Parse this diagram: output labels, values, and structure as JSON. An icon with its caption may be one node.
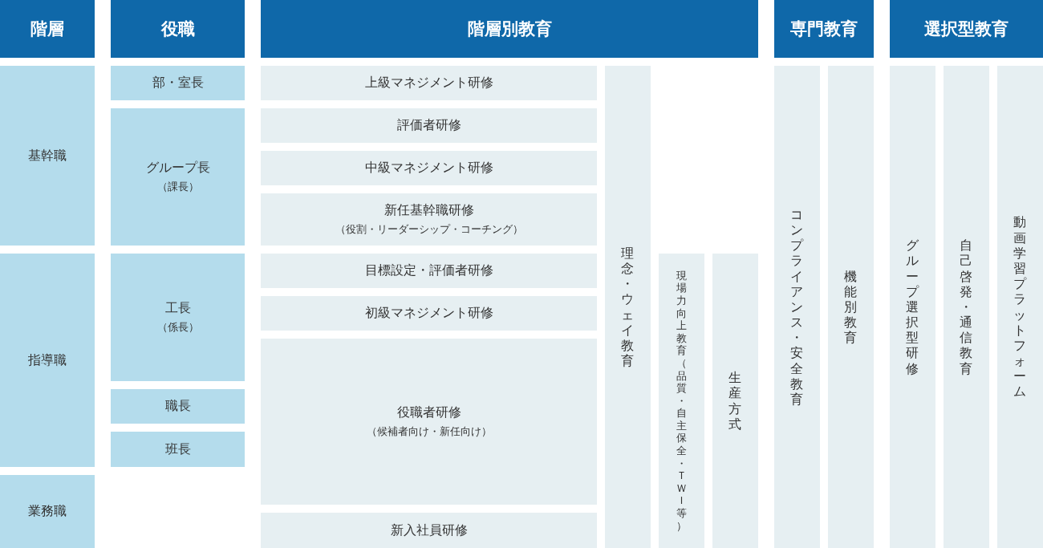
{
  "diagram": {
    "nodes": [
      {
        "text": [
          "階層"
        ]
      },
      {
        "text": [
          "役職"
        ]
      },
      {
        "text": [
          "階層別教育"
        ]
      },
      {
        "text": [
          "専門教育"
        ]
      },
      {
        "text": [
          "選択型教育"
        ]
      },
      {
        "text": [
          "基幹職"
        ]
      },
      {
        "text": [
          "指導職"
        ]
      },
      {
        "text": [
          "業務職"
        ]
      },
      {
        "text": [
          "部・室長"
        ]
      },
      {
        "text": [
          "グループ長",
          "（課長）"
        ]
      },
      {
        "text": [
          "工長",
          "（係長）"
        ]
      },
      {
        "text": [
          "職長"
        ]
      },
      {
        "text": [
          "班長"
        ]
      },
      {
        "text": [
          "上級マネジメント研修"
        ]
      },
      {
        "text": [
          "評価者研修"
        ]
      },
      {
        "text": [
          "中級マネジメント研修"
        ]
      },
      {
        "text": [
          "新任基幹職研修",
          "（役割・リーダーシップ・コーチング）"
        ]
      },
      {
        "text": [
          "目標設定・評価者研修"
        ]
      },
      {
        "text": [
          "初級マネジメント研修"
        ]
      },
      {
        "text": [
          "役職者研修",
          "（候補者向け・新任向け）"
        ]
      },
      {
        "text": [
          "新入社員研修"
        ]
      },
      {
        "text": [
          "理念・ウェイ教育"
        ]
      },
      {
        "text": [
          "現場力向上教育（品質・自主保全・ＴＷＩ等）"
        ]
      },
      {
        "text": [
          "生産方式"
        ]
      },
      {
        "text": [
          "コンプライアンス・安全教育"
        ]
      },
      {
        "text": [
          "機能別教育"
        ]
      },
      {
        "text": [
          "グループ選択型研修"
        ]
      },
      {
        "text": [
          "自己啓発・通信教育"
        ]
      },
      {
        "text": [
          "動画学習プラットフォーム"
        ]
      }
    ]
  }
}
